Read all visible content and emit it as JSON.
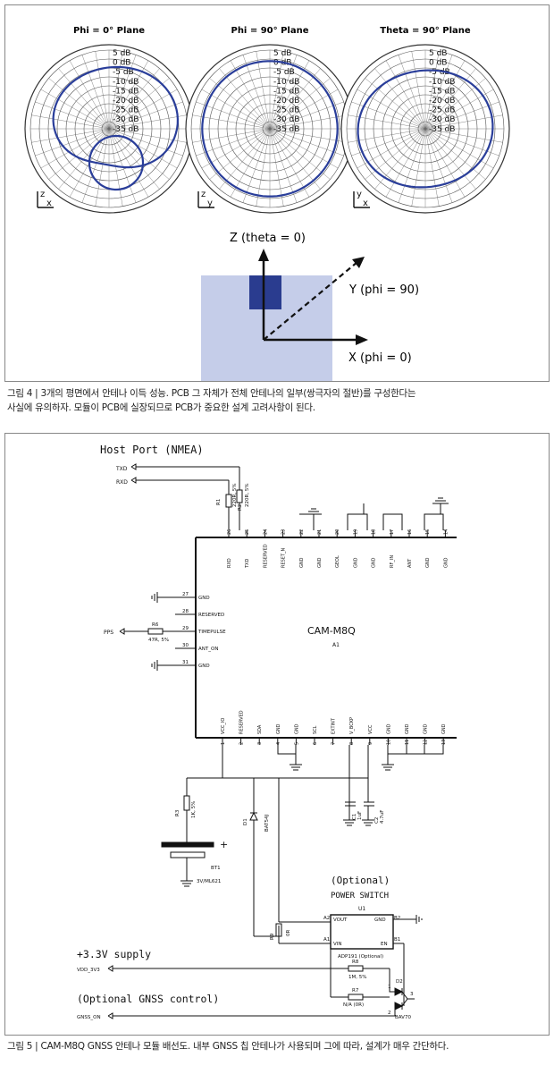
{
  "top": {
    "plots": [
      {
        "title": "Phi = 0° Plane",
        "axes": [
          "z",
          "x"
        ]
      },
      {
        "title": "Phi = 90° Plane",
        "axes": [
          "z",
          "y"
        ]
      },
      {
        "title": "Theta = 90° Plane",
        "axes": [
          "y",
          "x"
        ]
      }
    ],
    "rings": [
      "5 dB",
      "0 dB",
      "-5 dB",
      "-10 dB",
      "-15 dB",
      "-20 dB",
      "-25 dB",
      "-30 dB",
      "-35 dB"
    ],
    "coord": {
      "z": "Z (theta = 0)",
      "y": "Y (phi = 90)",
      "x": "X (phi = 0)"
    }
  },
  "caption1": {
    "line1": "그림 4 | 3개의 평면에서 안테나 이득 성능. PCB 그 자체가 전체 안테나의 일부(쌍극자의 절반)를 구성한다는",
    "line2": "사실에 유의하자. 모듈이 PCB에 실장되므로 PCB가 중요한 설계 고려사항이 된다."
  },
  "schematic": {
    "host_port": "Host Port (NMEA)",
    "txd": "TXD",
    "rxd": "RXD",
    "pps": "PPS",
    "r1": "R1",
    "r1_val": "220R, 5%",
    "r2": "R2",
    "r2_val": "220R, 5%",
    "r6": "R6",
    "r6_val": "47R, 5%",
    "chip_name": "CAM-M8Q",
    "chip_ref": "A1",
    "top_pins": [
      {
        "num": "26",
        "name": "RXD"
      },
      {
        "num": "25",
        "name": "TXD"
      },
      {
        "num": "24",
        "name": "RESERVED"
      },
      {
        "num": "23",
        "name": "RESET_N"
      },
      {
        "num": "22",
        "name": "GND"
      },
      {
        "num": "21",
        "name": "GND"
      },
      {
        "num": "20",
        "name": "GEOL"
      },
      {
        "num": "19",
        "name": "GND"
      },
      {
        "num": "18",
        "name": "GND"
      },
      {
        "num": "17",
        "name": "RF_IN"
      },
      {
        "num": "16",
        "name": "ANT"
      },
      {
        "num": "15",
        "name": "GND"
      },
      {
        "num": "14",
        "name": "GND"
      }
    ],
    "left_pins": [
      {
        "num": "27",
        "name": "GND"
      },
      {
        "num": "28",
        "name": "RESERVED"
      },
      {
        "num": "29",
        "name": "TIMEPULSE"
      },
      {
        "num": "30",
        "name": "ANT_ON"
      },
      {
        "num": "31",
        "name": "GND"
      }
    ],
    "bottom_pins": [
      {
        "num": "1",
        "name": "VCC_IO"
      },
      {
        "num": "2",
        "name": "RESERVED"
      },
      {
        "num": "3",
        "name": "SDA"
      },
      {
        "num": "4",
        "name": "GND"
      },
      {
        "num": "5",
        "name": "GND"
      },
      {
        "num": "6",
        "name": "SCL"
      },
      {
        "num": "7",
        "name": "EXTINT"
      },
      {
        "num": "8",
        "name": "V_BCKP"
      },
      {
        "num": "9",
        "name": "VCC"
      },
      {
        "num": "10",
        "name": "GND"
      },
      {
        "num": "11",
        "name": "GND"
      },
      {
        "num": "12",
        "name": "GND"
      },
      {
        "num": "13",
        "name": "GND"
      }
    ],
    "c1": "C1",
    "c1_val": "1uF",
    "c2": "C2",
    "c2_val": "4.7uF",
    "r3": "R3",
    "r3_val": "1K, 5%",
    "d1": "D1",
    "d1_val": "BAT54J",
    "bt1": "BT1",
    "bt1_val": "3V/ML621",
    "plus": "+",
    "optional": "(Optional)",
    "power_switch": "POWER SWITCH",
    "u1": "U1",
    "u1_pins": {
      "a2": "A2",
      "vout": "VOUT",
      "gnd": "GND",
      "b2": "B2",
      "a1": "A1",
      "vin": "VIN",
      "en": "EN",
      "b1": "B1"
    },
    "u1_val": "ADP191 (Optional)",
    "r9": "R9",
    "r9_val": "0R",
    "supply": "+3.3V supply",
    "vdd": "VDD_3V3",
    "r8": "R8",
    "r8_val": "1M, 5%",
    "r7": "R7",
    "r7_val": "N/A (0R)",
    "d2": "D2",
    "d2_val": "BAV70",
    "d2_pins": {
      "p1": "1",
      "p2": "2",
      "p3": "3"
    },
    "gnss_label": "(Optional GNSS control)",
    "gnss_on": "GNSS_ON"
  },
  "caption2": "그림 5 | CAM-M8Q GNSS 안테나 모듈 배선도. 내부 GNSS 칩 안테나가 사용되며 그에 따라, 설계가 매우 간단하다."
}
